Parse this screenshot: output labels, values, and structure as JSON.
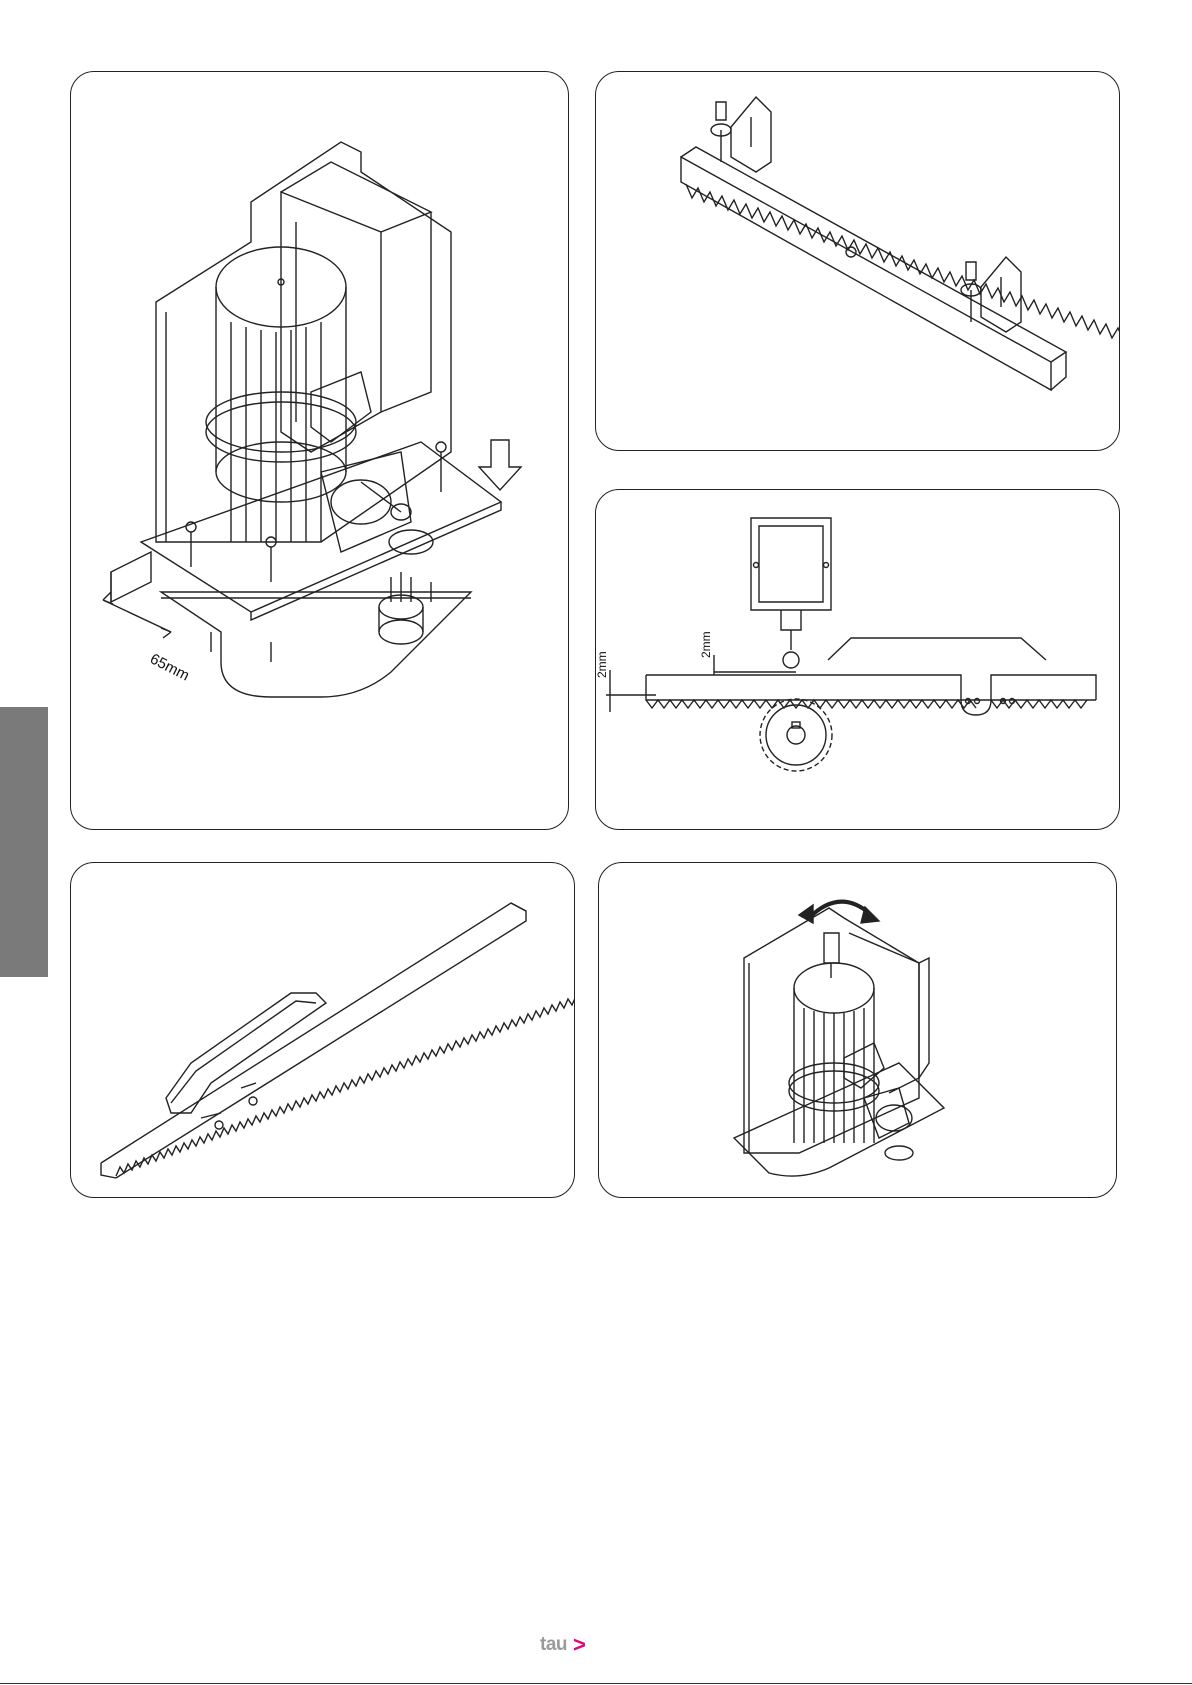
{
  "figures": {
    "fig1": {
      "dimension_label": "65mm"
    },
    "fig3": {
      "gap_label_left": "2mm",
      "gap_label_center": "2mm"
    }
  },
  "footer": {
    "logo_text": "tau",
    "logo_chevron": ">"
  },
  "colors": {
    "line": "#222222",
    "side_tab": "#7a7a7a",
    "logo_gray": "#9a9a9a",
    "logo_accent": "#e6007e"
  },
  "icons": {
    "arrow": "down-arrow-icon",
    "rotation": "curved-double-arrow-icon"
  }
}
